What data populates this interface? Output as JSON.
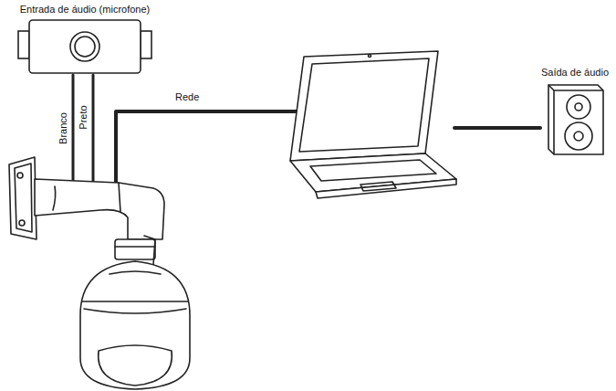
{
  "diagram": {
    "nodes": [
      {
        "text": [
          "Entrada de áudio (microfone)"
        ]
      },
      {
        "text": [
          "Saída de áudio"
        ]
      }
    ],
    "labels": [
      "Branco",
      "Preto",
      "Rede"
    ]
  }
}
